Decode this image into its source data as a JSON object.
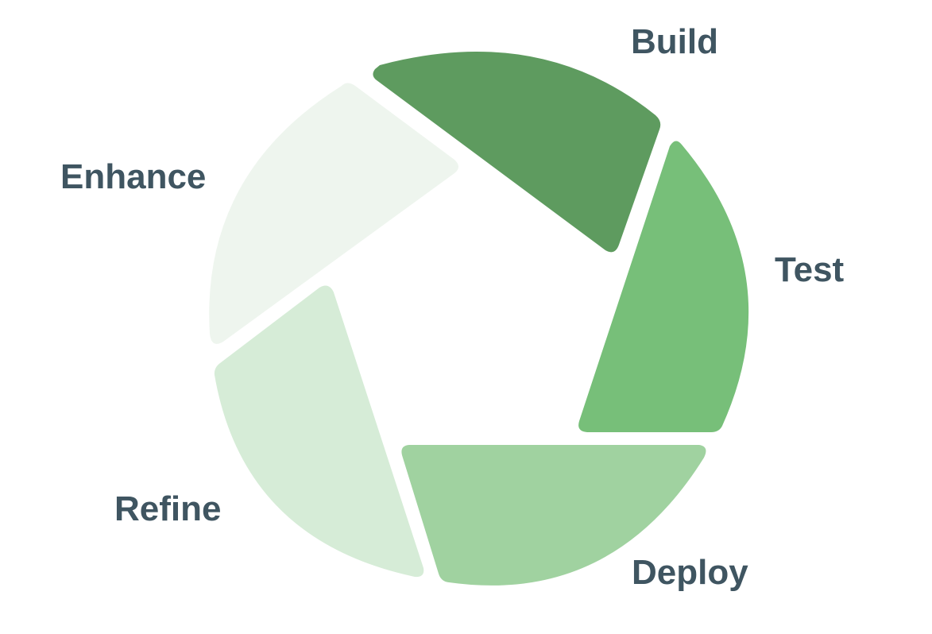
{
  "diagram": {
    "stages": [
      {
        "label": "Build",
        "color": "#5e9b5f"
      },
      {
        "label": "Test",
        "color": "#77bf79"
      },
      {
        "label": "Deploy",
        "color": "#a0d2a0"
      },
      {
        "label": "Refine",
        "color": "#d6ecd7"
      },
      {
        "label": "Enhance",
        "color": "#eef5ee"
      }
    ],
    "label_color": "#3f5561"
  }
}
